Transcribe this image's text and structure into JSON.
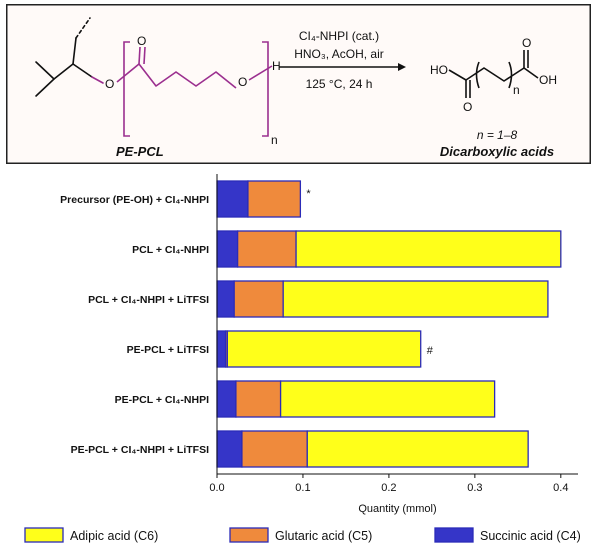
{
  "scheme": {
    "reactant_label": "PE-PCL",
    "ester_o": "O",
    "carbonyl_o": "O",
    "chain_o": "O",
    "chain_end": "H",
    "repeat_sub": "n",
    "conditions_line1": "CI4-NHPI (cat.)",
    "conditions_line2": "HNO3, AcOH, air",
    "conditions_line3": "125 °C, 24 h",
    "product_label": "Dicarboxylic acids",
    "product_left": "HO",
    "product_right": "OH",
    "product_o_top": "O",
    "product_o_bottom": "O",
    "product_sub": "n",
    "n_range": "n = 1–8"
  },
  "chart_data": {
    "type": "bar",
    "orientation": "horizontal",
    "stacked": true,
    "categories": [
      "Precursor (PE-OH) + CI4-NHPI",
      "PCL + CI4-NHPI",
      "PCL + CI4-NHPI + LiTFSI",
      "PE-PCL + LiTFSI",
      "PE-PCL + CI4-NHPI",
      "PE-PCL + CI4-NHPI + LiTFSI"
    ],
    "series": [
      {
        "name": "Succinic acid (C4)",
        "color": "#3535c8",
        "values": [
          0.036,
          0.024,
          0.02,
          0.01,
          0.022,
          0.029
        ]
      },
      {
        "name": "Glutaric acid (C5)",
        "color": "#ef8a3c",
        "values": [
          0.061,
          0.068,
          0.057,
          0.002,
          0.052,
          0.076
        ]
      },
      {
        "name": "Adipic acid (C6)",
        "color": "#ffff1a",
        "values": [
          0.0,
          0.308,
          0.308,
          0.225,
          0.249,
          0.257
        ]
      }
    ],
    "annotations": [
      "*",
      "",
      "",
      "#",
      "",
      ""
    ],
    "xlabel": "Quantity (mmol)",
    "xlim": [
      0.0,
      0.42
    ],
    "xticks": [
      "0.0",
      "0.1",
      "0.2",
      "0.3",
      "0.4"
    ],
    "xtick_values": [
      0.0,
      0.1,
      0.2,
      0.3,
      0.4
    ],
    "legend": {
      "placement": "bottom",
      "order": [
        "Adipic acid (C6)",
        "Glutaric acid (C5)",
        "Succinic acid (C4)"
      ]
    },
    "grid": false,
    "bar_edge_color": "#2b2bb8"
  }
}
